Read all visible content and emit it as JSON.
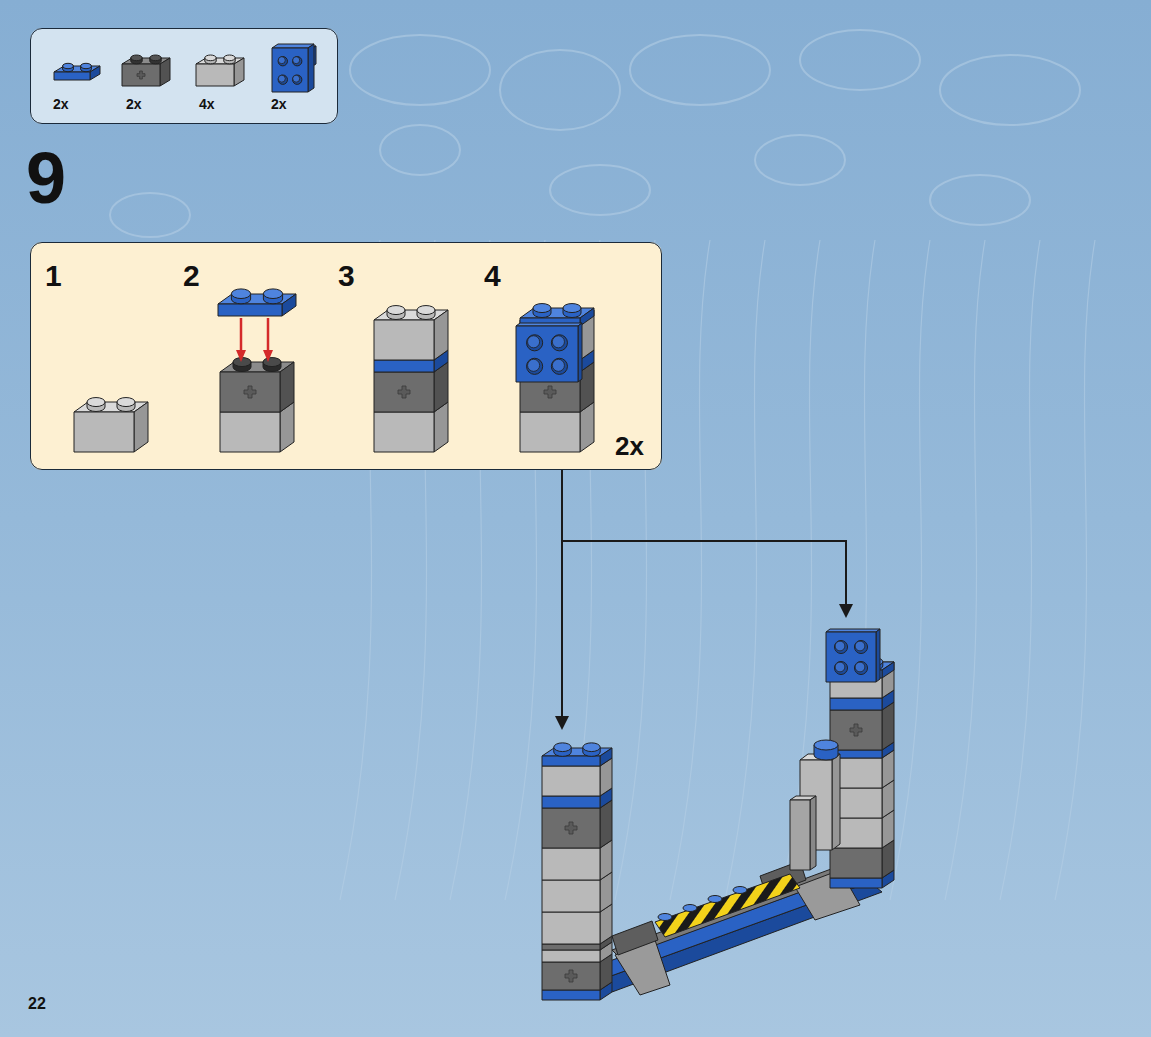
{
  "diagram": {
    "nodes": [
      {
        "text": [
          "2x",
          "2x",
          "4x",
          "2x"
        ]
      },
      {
        "text": [
          "1",
          "2",
          "3",
          "4",
          "2x"
        ]
      }
    ],
    "labels": [
      "9",
      "22"
    ]
  }
}
